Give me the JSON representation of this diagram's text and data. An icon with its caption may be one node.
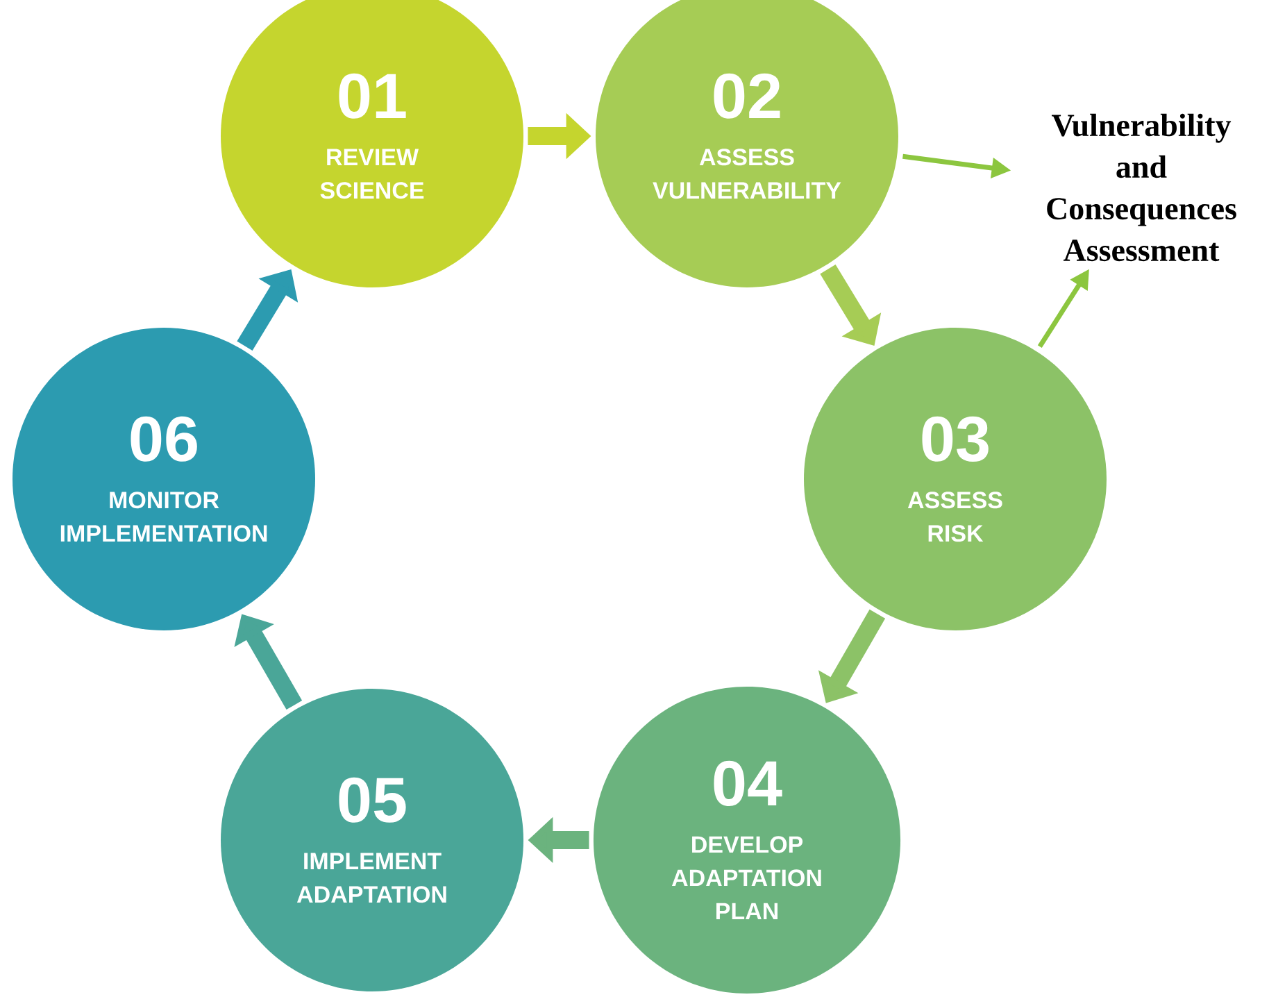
{
  "diagram": {
    "nodes": [
      {
        "text": [
          "01",
          "REVIEW SCIENCE"
        ]
      },
      {
        "text": [
          "02",
          "ASSESS VULNERABILITY"
        ]
      },
      {
        "text": [
          "03",
          "ASSESS RISK"
        ]
      },
      {
        "text": [
          "04",
          "DEVELOP ADAPTATION PLAN"
        ]
      },
      {
        "text": [
          "05",
          "IMPLEMENT ADAPTATION"
        ]
      },
      {
        "text": [
          "06",
          "MONITOR IMPLEMENTATION"
        ]
      },
      {
        "text": [
          "Vulnerability and Consequences Assessment"
        ]
      }
    ],
    "edges": [
      {
        "from": 0,
        "to": 1,
        "arrow": "to",
        "color": "#c5d52e"
      },
      {
        "from": 1,
        "to": 2,
        "arrow": "to",
        "color": "#a6cc55"
      },
      {
        "from": 2,
        "to": 3,
        "arrow": "to",
        "color": "#8cc267"
      },
      {
        "from": 3,
        "to": 4,
        "arrow": "to",
        "color": "#6bb37e"
      },
      {
        "from": 4,
        "to": 5,
        "arrow": "to",
        "color": "#4aa698"
      },
      {
        "from": 5,
        "to": 0,
        "arrow": "to",
        "color": "#2c9bb0"
      },
      {
        "from": 1,
        "to": 6,
        "arrow": "to",
        "color": "#8cc63f"
      },
      {
        "from": 2,
        "to": 6,
        "arrow": "to",
        "color": "#8cc63f"
      }
    ]
  }
}
